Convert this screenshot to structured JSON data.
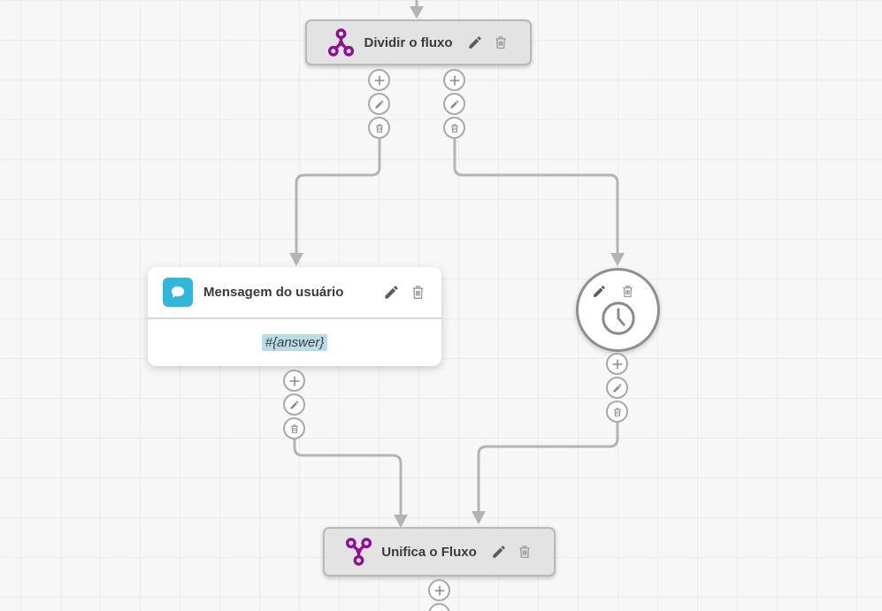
{
  "flow": {
    "nodes": {
      "split": {
        "title": "Dividir o fluxo",
        "icon": "split-icon"
      },
      "user_message": {
        "title": "Mensagem do usuário",
        "icon": "chat-bubble-icon",
        "variable": "#{answer}"
      },
      "timer": {
        "icon": "clock-icon"
      },
      "merge": {
        "title": "Unifica o Fluxo",
        "icon": "merge-icon"
      }
    },
    "node_actions": [
      "edit",
      "delete"
    ],
    "connector_actions": [
      "add",
      "edit",
      "delete"
    ]
  },
  "colors": {
    "background": "#f7f7f8",
    "grid_line": "#e9ecf2",
    "connector": "#b4b4b4",
    "node_fill": "#e3e3e3",
    "node_border": "#b9b9b9",
    "accent_purple": "#8e0f96",
    "accent_teal": "#2fb7dc",
    "variable_highlight": "#badce8",
    "pencil_gray": "#5c5c5c",
    "trash_gray": "#9c9c9c"
  }
}
